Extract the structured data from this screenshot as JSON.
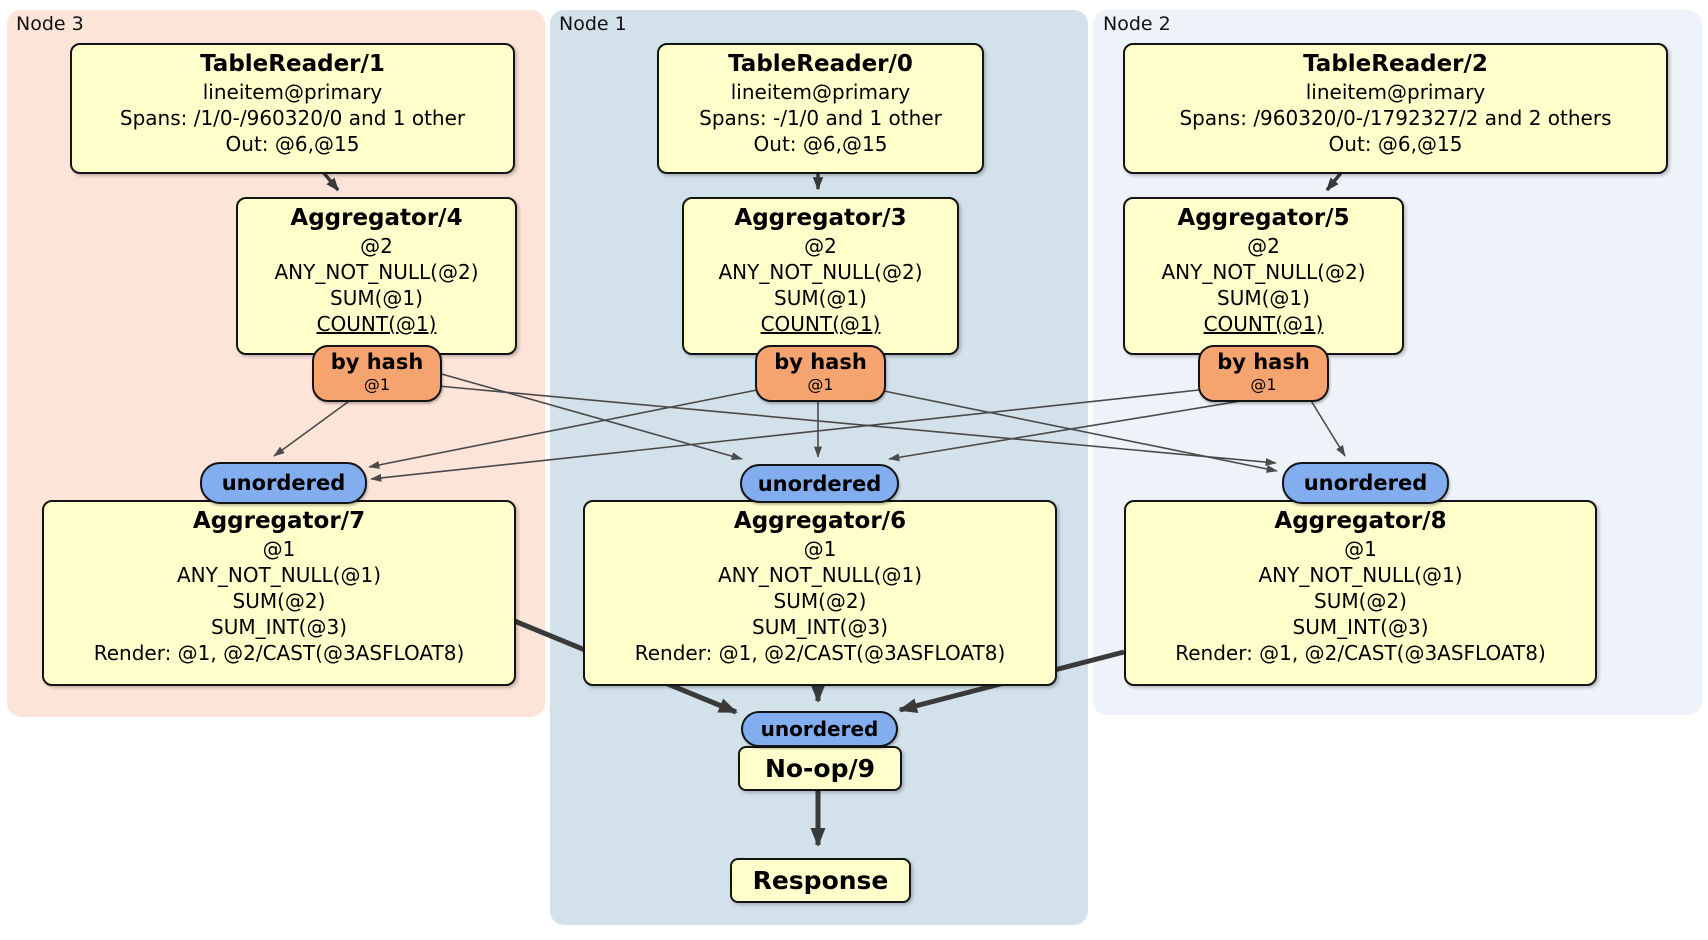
{
  "regions": {
    "node3": {
      "label": "Node 3"
    },
    "node1": {
      "label": "Node 1"
    },
    "node2": {
      "label": "Node 2"
    }
  },
  "processors": {
    "tr1": {
      "title": "TableReader/1",
      "lines": [
        "lineitem@primary",
        "Spans: /1/0-/960320/0 and 1 other",
        "Out: @6,@15"
      ]
    },
    "tr0": {
      "title": "TableReader/0",
      "lines": [
        "lineitem@primary",
        "Spans: -/1/0 and 1 other",
        "Out: @6,@15"
      ]
    },
    "tr2": {
      "title": "TableReader/2",
      "lines": [
        "lineitem@primary",
        "Spans: /960320/0-/1792327/2 and 2 others",
        "Out: @6,@15"
      ]
    },
    "agg4": {
      "title": "Aggregator/4",
      "lines": [
        "@2",
        "ANY_NOT_NULL(@2)",
        "SUM(@1)",
        "COUNT(@1)"
      ]
    },
    "agg3": {
      "title": "Aggregator/3",
      "lines": [
        "@2",
        "ANY_NOT_NULL(@2)",
        "SUM(@1)",
        "COUNT(@1)"
      ]
    },
    "agg5": {
      "title": "Aggregator/5",
      "lines": [
        "@2",
        "ANY_NOT_NULL(@2)",
        "SUM(@1)",
        "COUNT(@1)"
      ]
    },
    "agg7": {
      "title": "Aggregator/7",
      "lines": [
        "@1",
        "ANY_NOT_NULL(@1)",
        "SUM(@2)",
        "SUM_INT(@3)",
        "Render: @1, @2/CAST(@3ASFLOAT8)"
      ]
    },
    "agg6": {
      "title": "Aggregator/6",
      "lines": [
        "@1",
        "ANY_NOT_NULL(@1)",
        "SUM(@2)",
        "SUM_INT(@3)",
        "Render: @1, @2/CAST(@3ASFLOAT8)"
      ]
    },
    "agg8": {
      "title": "Aggregator/8",
      "lines": [
        "@1",
        "ANY_NOT_NULL(@1)",
        "SUM(@2)",
        "SUM_INT(@3)",
        "Render: @1, @2/CAST(@3ASFLOAT8)"
      ]
    },
    "noop": {
      "title": "No-op/9"
    },
    "response": {
      "title": "Response"
    }
  },
  "routers": {
    "left": {
      "label": "by hash",
      "detail": "@1"
    },
    "center": {
      "label": "by hash",
      "detail": "@1"
    },
    "right": {
      "label": "by hash",
      "detail": "@1"
    }
  },
  "syncs": {
    "left": {
      "label": "unordered"
    },
    "center": {
      "label": "unordered"
    },
    "right": {
      "label": "unordered"
    },
    "final": {
      "label": "unordered"
    }
  },
  "colors": {
    "processor_fill": "#ffffcc",
    "router_fill": "#f6a46f",
    "sync_fill": "#82aef0",
    "node3_bg": "#fce4d9",
    "node1_bg": "#d2e1ea",
    "node2_bg": "#eef2f9",
    "edge": "#3a3a3a"
  }
}
